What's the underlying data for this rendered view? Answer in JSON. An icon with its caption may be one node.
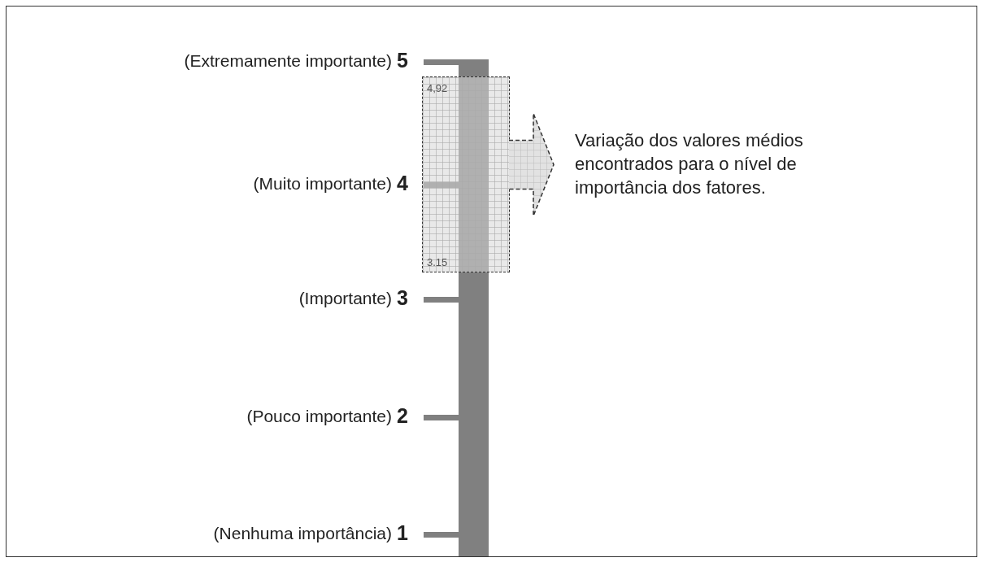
{
  "diagram": {
    "nodes": [
      {
        "text": [
          "4,92",
          "3.15"
        ]
      },
      {
        "text": [
          "Variação dos valores médios encontrados para o nível de importância dos fatores."
        ]
      }
    ],
    "edges": [
      {
        "from": 0,
        "to": 1,
        "arrow": "to"
      }
    ],
    "labels": [
      "(Extremamente importante)",
      "5",
      "(Muito importante)",
      "4",
      "(Importante)",
      "3",
      "(Pouco importante)",
      "2",
      "(Nenhuma importância)",
      "1"
    ]
  }
}
